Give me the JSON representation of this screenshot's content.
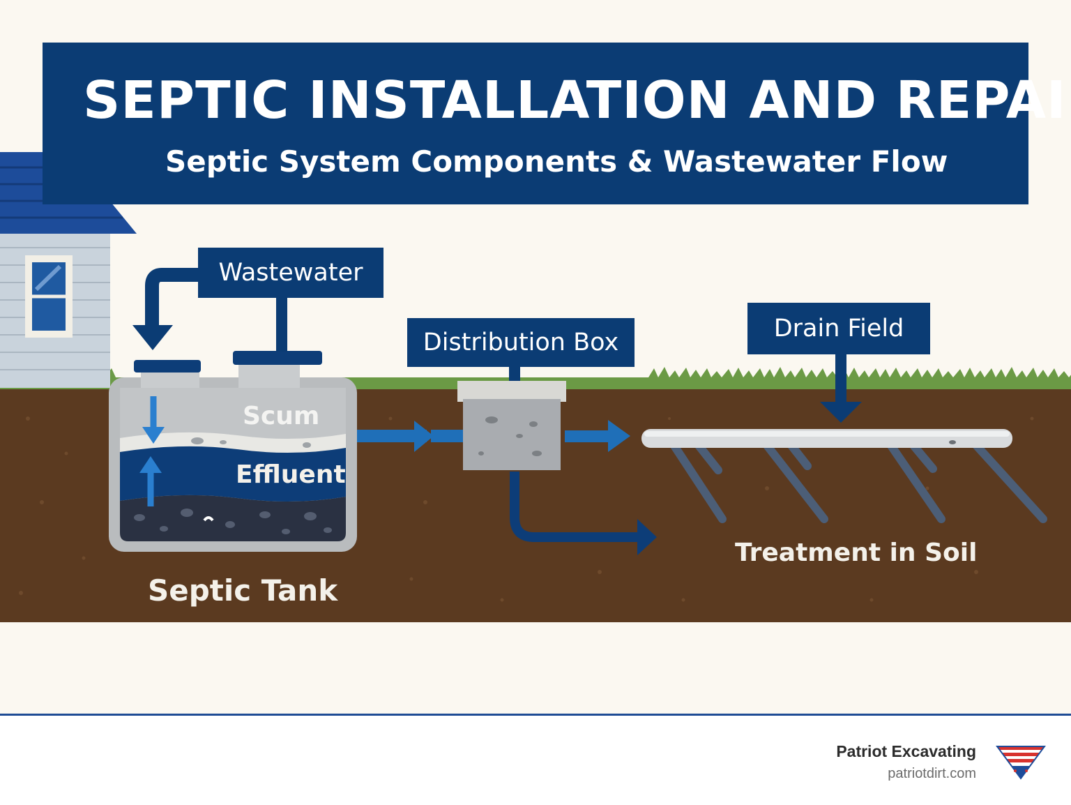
{
  "banner": {
    "title": "SEPTIC INSTALLATION AND REPAIR",
    "subtitle": "Septic System Components & Wastewater Flow"
  },
  "labels": {
    "wastewater": "Wastewater",
    "distribution_box": "Distribution Box",
    "drain_field": "Drain Field",
    "scum": "Scum",
    "effluent": "Effluent",
    "septic_tank": "Septic Tank",
    "treatment": "Treatment in Soil"
  },
  "footer": {
    "brand": "Patriot Excavating",
    "url": "patriotdirt.com"
  },
  "colors": {
    "navy": "#0b3c74",
    "flow_blue": "#1f6fb8",
    "soil": "#5b3a20",
    "grass": "#6b9a45",
    "sky": "#fbf8f1"
  }
}
